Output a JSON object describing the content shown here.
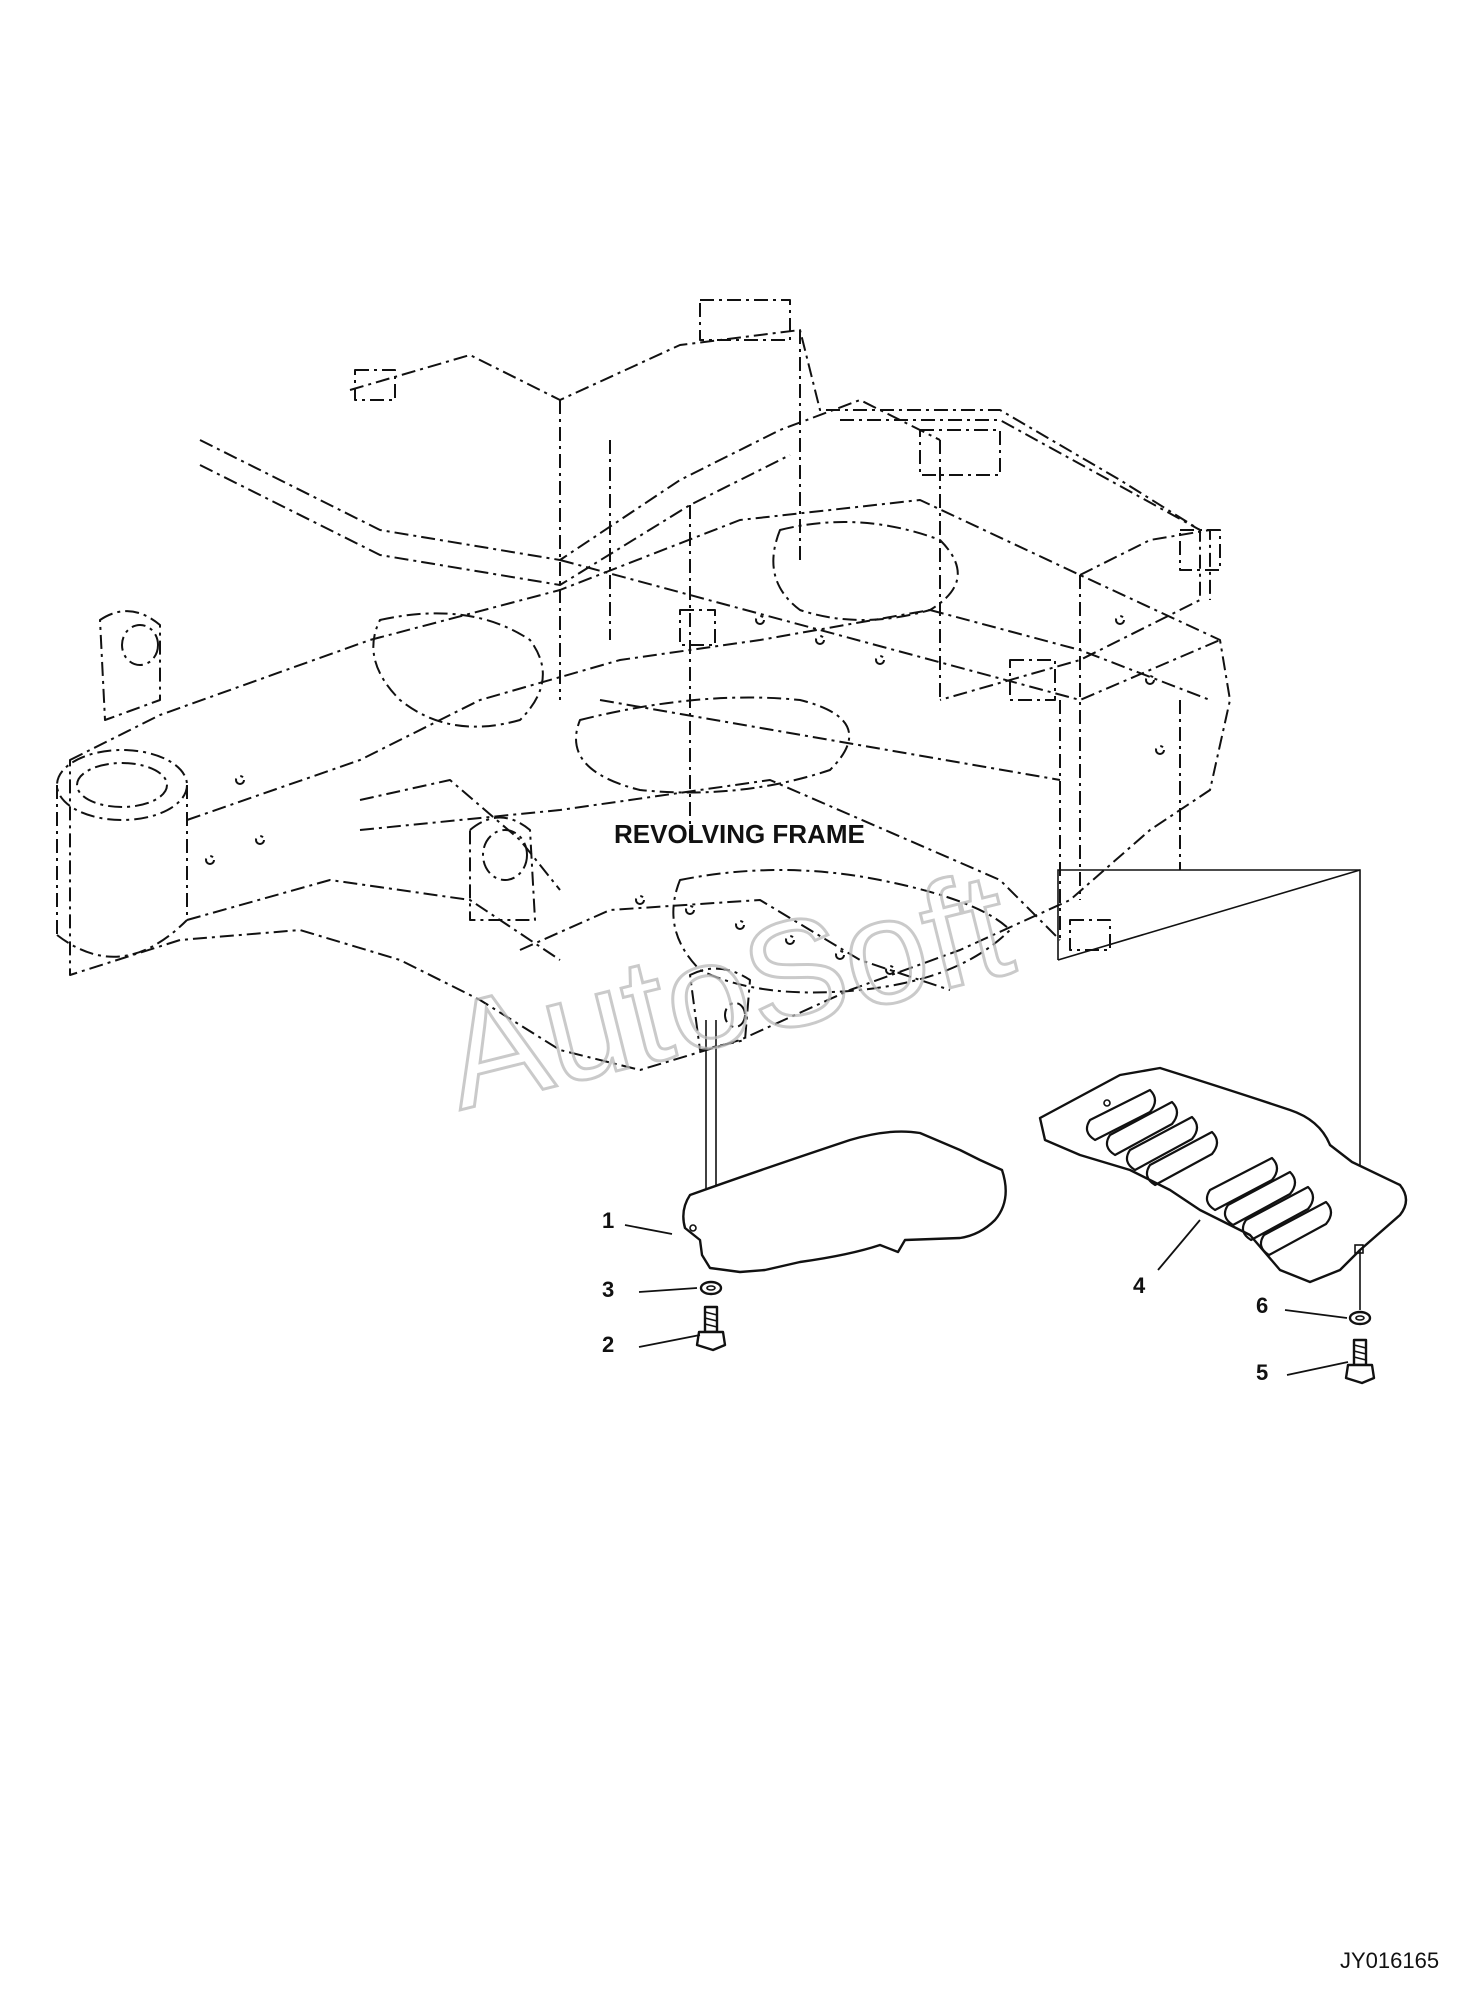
{
  "labels": {
    "frame": "REVOLVING FRAME",
    "drawing_number": "JY016165",
    "watermark": "AutoSoft"
  },
  "callouts": [
    {
      "id": "1"
    },
    {
      "id": "2"
    },
    {
      "id": "3"
    },
    {
      "id": "4"
    },
    {
      "id": "5"
    },
    {
      "id": "6"
    }
  ],
  "colors": {
    "line": "#111111",
    "background": "#ffffff",
    "watermark": "#b9b9b9"
  }
}
